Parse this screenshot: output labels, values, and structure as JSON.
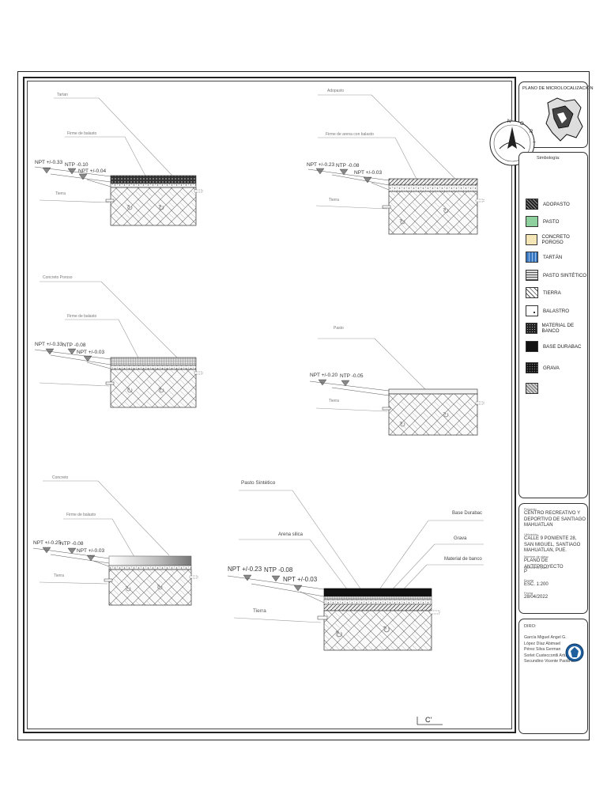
{
  "sections": {
    "s1": {
      "title": "Tartan",
      "base": "Firme de balasto",
      "npt": "NPT +/-0.33",
      "ntp": "NTP -0.10",
      "npt2": "NPT +/-0.04",
      "ground": "Tierra"
    },
    "s2": {
      "title": "Adopasto",
      "base": "Firme de arena con balasto",
      "npt": "NPT +/-0.23",
      "ntp": "NTP -0.08",
      "npt2": "NPT +/-0.03",
      "ground": "Tierra"
    },
    "s3": {
      "title": "Concreto Poroso",
      "base": "Firme de balasto",
      "npt": "NPT +/-0.33",
      "ntp": "NTP -0.08",
      "npt2": "NPT +/-0.03",
      "ground": ""
    },
    "s4": {
      "title": "Pasto",
      "npt": "NPT +/-0.20",
      "ntp": "NTP -0.05",
      "ground": "Tierra"
    },
    "s5": {
      "title": "Concreto",
      "base": "Firme de balasto",
      "npt": "NPT +/-0.25",
      "ntp": "NTP -0.08",
      "npt2": "NPT +/-0.03",
      "ground": "Tierra"
    },
    "s6": {
      "title": "Pasto Sintético",
      "arena": "Arena silica",
      "npt": "NPT +/-0.23",
      "ntp": "NTP -0.08",
      "npt2": "NPT +/-0.03",
      "ground": "Tierra",
      "durabac": "Base Durabac",
      "grava": "Grava",
      "banco": "Material de banco"
    }
  },
  "sheet_mark": "C'",
  "location": {
    "title": "PLANO DE MICROLOCALIZACIÓN",
    "compass_letters": [
      "N",
      "O",
      "R",
      "T",
      "E"
    ]
  },
  "legend": {
    "title": "Simbología:",
    "items": [
      {
        "label": "ADOPASTO"
      },
      {
        "label": "PASTO"
      },
      {
        "label": "CONCRETO POROSO"
      },
      {
        "label": "TARTÁN"
      },
      {
        "label": "PASTO SINTÉTICO"
      },
      {
        "label": "TIERRA"
      },
      {
        "label": "BALASTRO"
      },
      {
        "label": "MATERIAL DE BANCO"
      },
      {
        "label": "BASE DURABAC"
      },
      {
        "label": "GRAVA"
      },
      {
        "label": ""
      }
    ],
    "colors": {
      "pasto": "#8fd19e",
      "concreto_poroso": "#f5e6b8",
      "tartan": "#3a78c2"
    }
  },
  "titleblock": {
    "project_label": "Proyecto",
    "project": "CENTRO RECREATIVO Y DEPORTIVO DE SANTIAGO MAHUATLAN",
    "location_label": "Ubicación",
    "location": "CALLE 9 PONIENTE 28, SAN MIGUEL, SANTIAGO MAHUATLAN, PUE.",
    "plan_label": "Nombre de plano",
    "plan": "PLANO DE ANTEPROYECTO",
    "number_label": "Número de plano",
    "number": "P",
    "scale_label": "Escala",
    "scale": "ESC. 1:200",
    "date_label": "Fecha",
    "date": "28/04/2022"
  },
  "authors": {
    "label": "DIRO:",
    "names": [
      "García Miguel Angel G.",
      "López Díaz Abimael",
      "Pérez Silva German",
      "Sorlet Custeccontli Arturo",
      "Secundino Vicente Paola L."
    ]
  }
}
